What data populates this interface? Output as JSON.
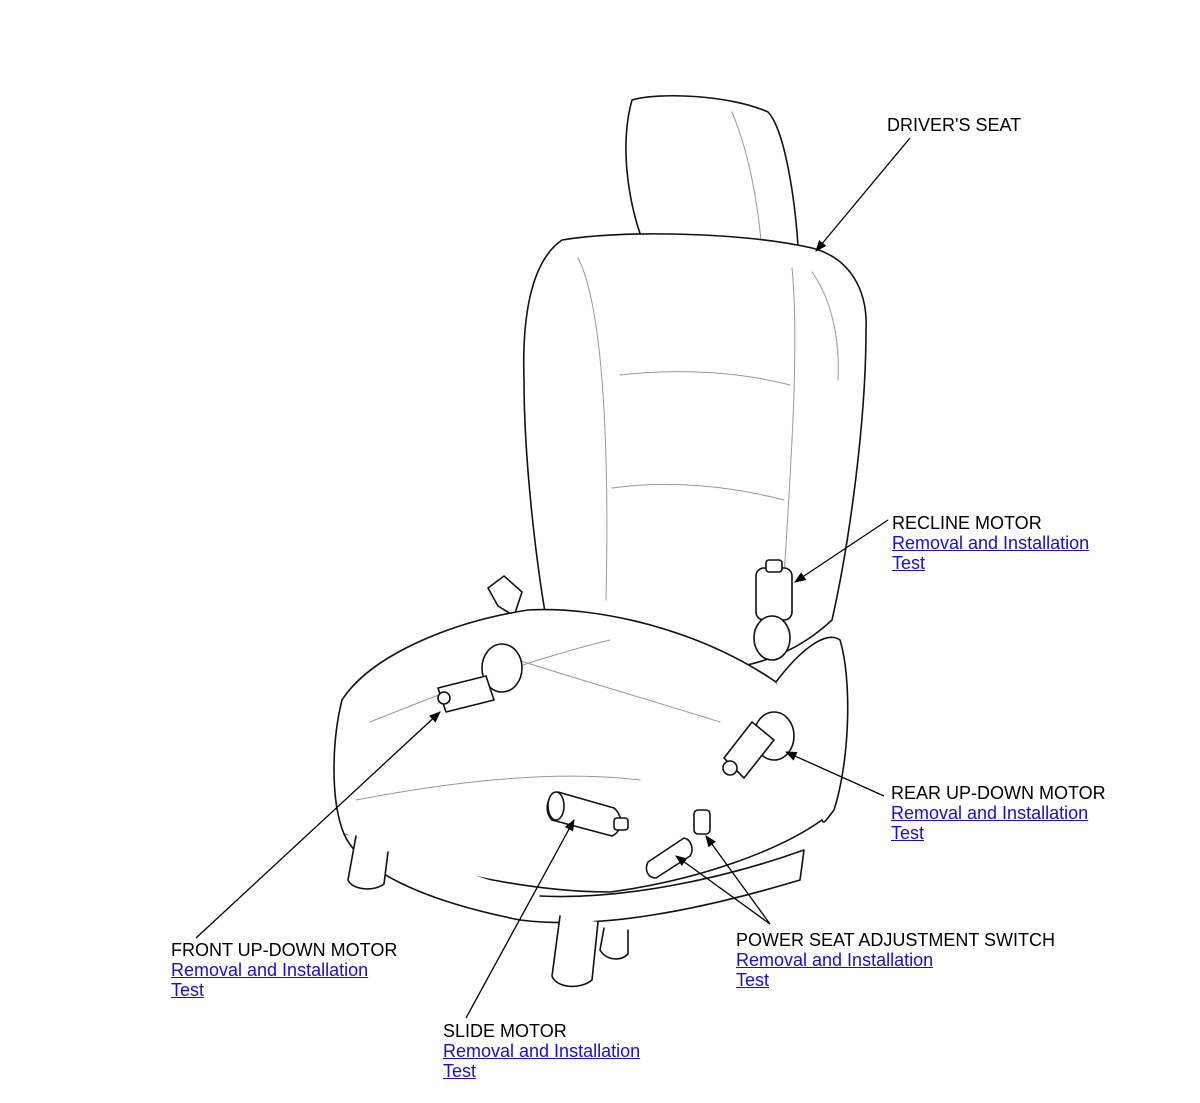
{
  "callouts": {
    "drivers_seat": {
      "title": "DRIVER'S SEAT"
    },
    "recline_motor": {
      "title": "RECLINE MOTOR",
      "link_removal": "Removal and Installation",
      "link_test": "Test"
    },
    "rear_updown_motor": {
      "title": "REAR UP-DOWN MOTOR",
      "link_removal": "Removal and Installation",
      "link_test": "Test"
    },
    "power_seat_switch": {
      "title": "POWER SEAT ADJUSTMENT SWITCH",
      "link_removal": "Removal and Installation",
      "link_test": "Test"
    },
    "front_updown_motor": {
      "title": "FRONT UP-DOWN MOTOR",
      "link_removal": "Removal and Installation",
      "link_test": "Test"
    },
    "slide_motor": {
      "title": "SLIDE MOTOR",
      "link_removal": "Removal and Installation",
      "link_test": "Test"
    }
  },
  "colors": {
    "line": "#000000",
    "link": "#1a0dcc",
    "seam": "#9a9a9a"
  }
}
